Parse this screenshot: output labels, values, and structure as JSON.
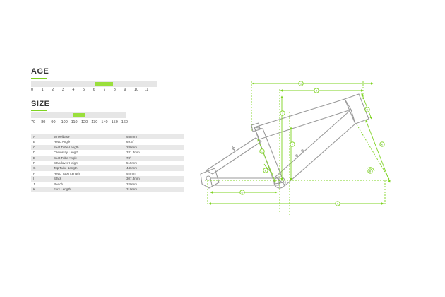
{
  "age": {
    "title": "AGE",
    "ticks": [
      "0",
      "1",
      "2",
      "3",
      "4",
      "5",
      "6",
      "7",
      "8",
      "9",
      "10",
      "11"
    ],
    "range": [
      6,
      7.8
    ]
  },
  "size": {
    "title": "SIZE",
    "ticks": [
      "70",
      "80",
      "90",
      "100",
      "110",
      "120",
      "130",
      "140",
      "150",
      "160"
    ],
    "range": [
      110,
      122
    ]
  },
  "geometry": [
    {
      "letter": "A",
      "name": "Wheelbase",
      "value": "938mm"
    },
    {
      "letter": "B",
      "name": "Head Angle",
      "value": "69.5°"
    },
    {
      "letter": "C",
      "name": "Seat Tube Length",
      "value": "280mm"
    },
    {
      "letter": "D",
      "name": "Chainstay Length",
      "value": "331.5mm"
    },
    {
      "letter": "E",
      "name": "Seat Tube Angle",
      "value": "73°"
    },
    {
      "letter": "F",
      "name": "Standover Height",
      "value": "515mm"
    },
    {
      "letter": "G",
      "name": "Top Tube Length",
      "value": "446mm"
    },
    {
      "letter": "H",
      "name": "Head Tube Length",
      "value": "92mm"
    },
    {
      "letter": "I",
      "name": "Stack",
      "value": "307.5mm"
    },
    {
      "letter": "J",
      "name": "Reach",
      "value": "320mm"
    },
    {
      "letter": "K",
      "name": "Fork Length",
      "value": "310mm"
    }
  ],
  "colors": {
    "accent": "#7ed321",
    "frame": "#9a9a9a",
    "rowShade": "#e8e8e8"
  },
  "diagram_labels": [
    "A",
    "B",
    "C",
    "D",
    "E",
    "F",
    "G",
    "H",
    "I",
    "J",
    "K"
  ]
}
